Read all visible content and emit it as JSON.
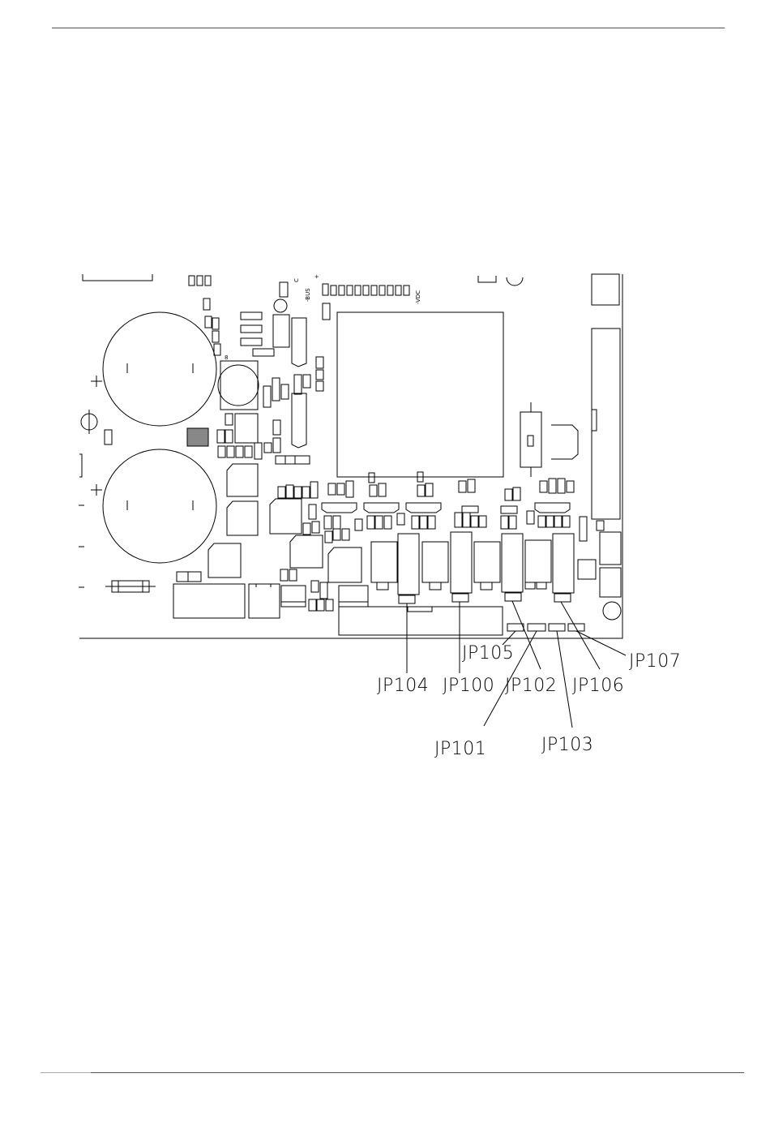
{
  "diagram": {
    "silk_labels": {
      "bus": "-BUS",
      "vdc": "-VDC",
      "c": "C",
      "plus": "+",
      "eight": "8"
    },
    "jumpers": [
      {
        "id": "jp104",
        "label": "JP104"
      },
      {
        "id": "jp100",
        "label": "JP100"
      },
      {
        "id": "jp102",
        "label": "JP102"
      },
      {
        "id": "jp106",
        "label": "JP106"
      },
      {
        "id": "jp105",
        "label": "JP105"
      },
      {
        "id": "jp107",
        "label": "JP107"
      },
      {
        "id": "jp101",
        "label": "JP101"
      },
      {
        "id": "jp103",
        "label": "JP103"
      }
    ]
  }
}
